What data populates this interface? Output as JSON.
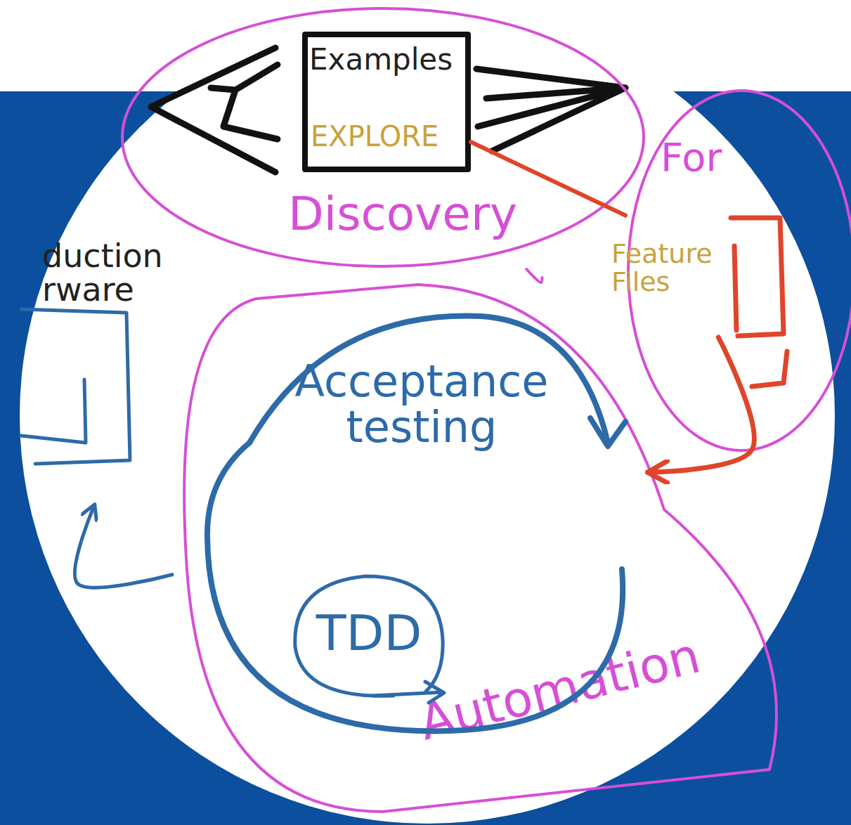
{
  "diagram": {
    "nodes": [
      {
        "text": [
          "Discovery"
        ]
      },
      {
        "text": [
          "Examples",
          "EXPLORE"
        ],
        "in": 0
      },
      {
        "text": [
          "For"
        ]
      },
      {
        "text": [
          "Feature Files"
        ],
        "in": 2
      },
      {
        "text": [
          "duction rware"
        ]
      },
      {
        "text": [
          "Automation"
        ]
      },
      {
        "text": [
          "Acceptance testing"
        ],
        "in": 5
      },
      {
        "text": [
          "TDD"
        ],
        "in": 6
      }
    ],
    "edges": [
      {
        "from": 1,
        "to": 2,
        "arrow": "none"
      },
      {
        "from": 0,
        "to": 5,
        "arrow": "none"
      },
      {
        "from": 3,
        "to": 6,
        "arrow": "to"
      },
      {
        "from": 5,
        "to": 4,
        "arrow": "to"
      }
    ]
  }
}
